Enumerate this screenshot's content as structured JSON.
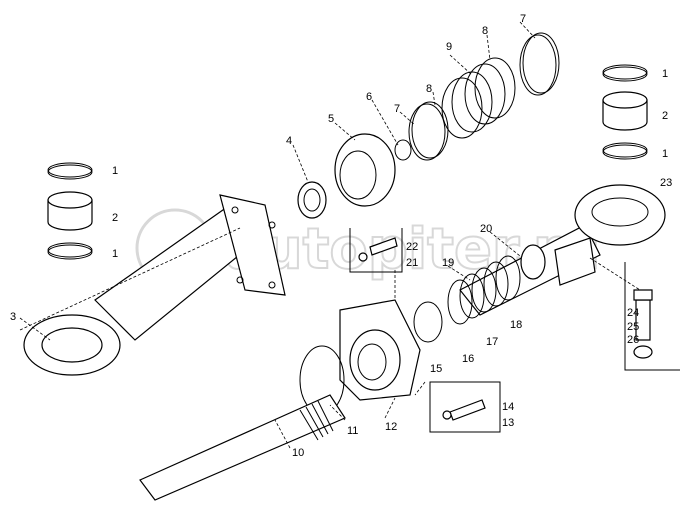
{
  "watermark": "autopiter.ru",
  "callouts": [
    "7",
    "9",
    "8",
    "8",
    "7",
    "6",
    "5",
    "4",
    "1",
    "2",
    "1",
    "23",
    "1",
    "2",
    "1",
    "20",
    "22",
    "21",
    "19",
    "3",
    "18",
    "17",
    "16",
    "15",
    "24",
    "25",
    "26",
    "11",
    "12",
    "14",
    "13",
    "10"
  ]
}
